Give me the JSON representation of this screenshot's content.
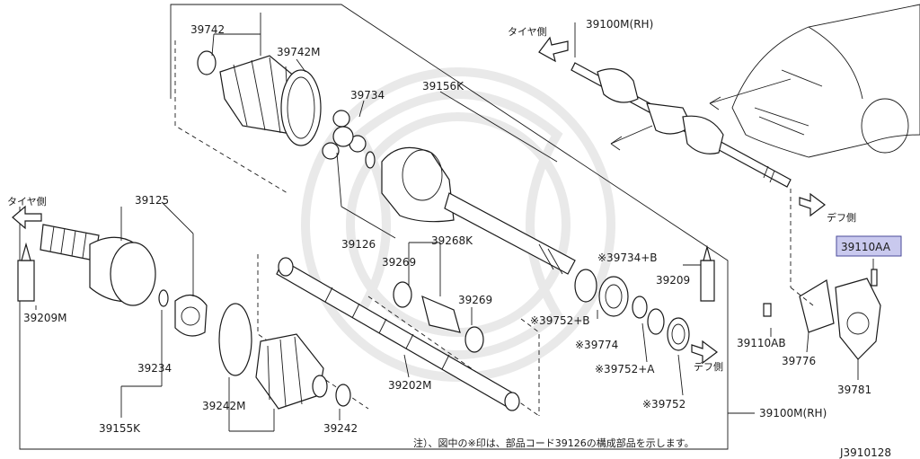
{
  "labels": {
    "p39742": "39742",
    "p39742m": "39742M",
    "p39734": "39734",
    "p39156k": "39156K",
    "p39100m_rh_top": "39100M(RH)",
    "tire_side_top": "タイヤ側",
    "tire_side_left": "タイヤ側",
    "diff_side_right": "デフ側",
    "diff_side_mid": "デフ側",
    "p39125": "39125",
    "p39126": "39126",
    "p39268k": "39268K",
    "p39269_a": "39269",
    "p39269_b": "39269",
    "p39734b": "※39734+B",
    "p39209_right": "39209",
    "p39209m": "39209M",
    "p39752b": "※39752+B",
    "p39774": "※39774",
    "p39752a": "※39752+A",
    "p39752": "※39752",
    "p39234": "39234",
    "p39242m": "39242M",
    "p39202m": "39202M",
    "p39242": "39242",
    "p39155k": "39155K",
    "p39100m_rh_bottom": "39100M(RH)",
    "p39110aa": "39110AA",
    "p39110ab": "39110AB",
    "p39776": "39776",
    "p39781": "39781"
  },
  "footnote": "注）、図中の※印は、部品コード39126の構成部品を示します。",
  "diagram_code": "J3910128",
  "colors": {
    "highlight": "#c9c9ee",
    "ink": "#1a1a1a"
  }
}
